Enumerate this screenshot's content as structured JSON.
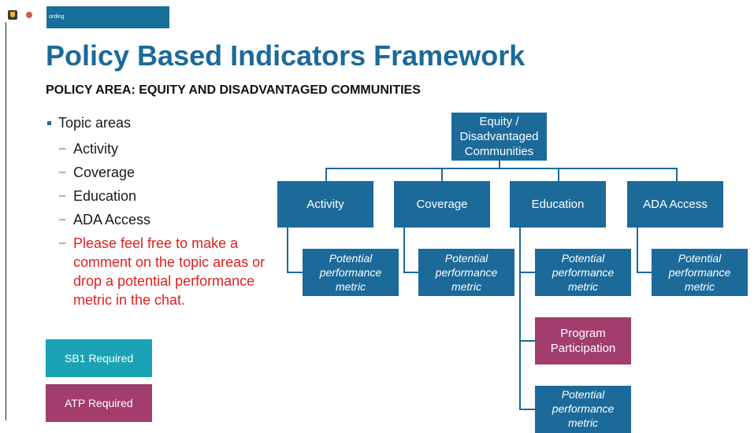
{
  "overlay": {
    "recording_label": "ording"
  },
  "slide": {
    "title": "Policy Based Indicators Framework",
    "subtitle": "POLICY AREA: EQUITY AND DISADVANTAGED COMMUNITIES",
    "bullet": "Topic areas",
    "sub_items": [
      "Activity",
      "Coverage",
      "Education",
      "ADA Access"
    ],
    "note": "Please feel free to make a comment on the topic areas or drop a potential performance metric in the chat.",
    "dash": "–",
    "legend": {
      "sb1": "SB1 Required",
      "atp": "ATP Required"
    }
  },
  "diagram": {
    "root": "Equity / Disadvantaged Communities",
    "topics": [
      "Activity",
      "Coverage",
      "Education",
      "ADA Access"
    ],
    "metric_label": "Potential performance metric",
    "program_participation": "Program Participation"
  },
  "colors": {
    "primary": "#1b6a9a",
    "sb1": "#19a3b4",
    "atp": "#a33d6d",
    "note": "#e0201f"
  }
}
